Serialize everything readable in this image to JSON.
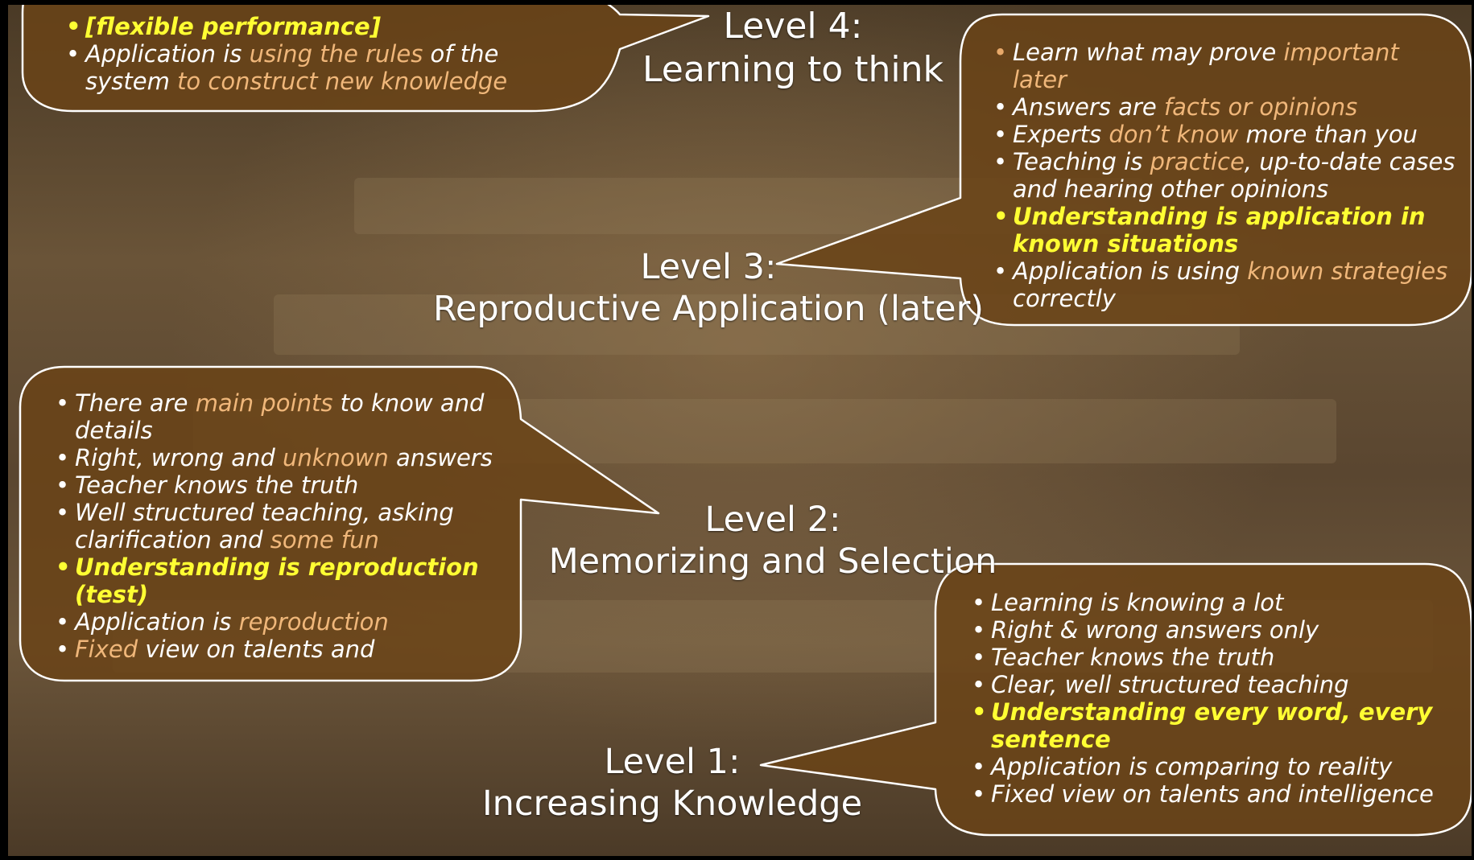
{
  "colors": {
    "bubble_fill": "#6a4417",
    "bubble_border": "#ffffff",
    "highlight": "#f0b77a",
    "key_point": "#ffff33",
    "title": "#ffffff"
  },
  "levels": {
    "level4": {
      "number": "Level 4:",
      "name": "Learning to think",
      "points": [
        {
          "parts": [
            "[flexible performance]"
          ],
          "key": true
        },
        {
          "parts": [
            "Application is ",
            "using the rules",
            " of the system ",
            "to construct new knowledge"
          ]
        }
      ]
    },
    "level3": {
      "number": "Level 3:",
      "name": "Reproductive Application (later)",
      "points": [
        {
          "parts": [
            "Learn what may prove ",
            "important later"
          ]
        },
        {
          "parts": [
            "Answers are ",
            "facts or opinions"
          ]
        },
        {
          "parts": [
            "Experts ",
            "don’t know",
            " more than you"
          ]
        },
        {
          "parts": [
            "Teaching is ",
            "practice",
            ", up-to-date cases and hearing other opinions"
          ]
        },
        {
          "parts": [
            "Understanding is application in known situations"
          ],
          "key": true
        },
        {
          "parts": [
            "Application is using ",
            "known strategies",
            " correctly"
          ]
        }
      ]
    },
    "level2": {
      "number": "Level 2:",
      "name": "Memorizing and Selection",
      "points": [
        {
          "parts": [
            "There are ",
            "main points",
            " to know and details"
          ]
        },
        {
          "parts": [
            "Right, wrong and ",
            "unknown",
            " answers"
          ]
        },
        {
          "parts": [
            "Teacher knows the truth"
          ]
        },
        {
          "parts": [
            "Well structured teaching, asking clarification and ",
            "some fun"
          ]
        },
        {
          "parts": [
            "Understanding is reproduction (test)"
          ],
          "key": true
        },
        {
          "parts": [
            "Application is ",
            "reproduction"
          ]
        },
        {
          "parts": [
            "Fixed",
            " view on talents and"
          ]
        }
      ]
    },
    "level1": {
      "number": "Level 1:",
      "name": "Increasing Knowledge",
      "points": [
        {
          "parts": [
            "Learning is knowing a lot"
          ]
        },
        {
          "parts": [
            "Right & wrong answers only"
          ]
        },
        {
          "parts": [
            "Teacher knows the truth"
          ]
        },
        {
          "parts": [
            "Clear, well structured teaching"
          ]
        },
        {
          "parts": [
            "Understanding every word, every sentence"
          ],
          "key": true
        },
        {
          "parts": [
            "Application is comparing to reality"
          ]
        },
        {
          "parts": [
            "Fixed view on talents and intelligence"
          ]
        }
      ]
    }
  }
}
